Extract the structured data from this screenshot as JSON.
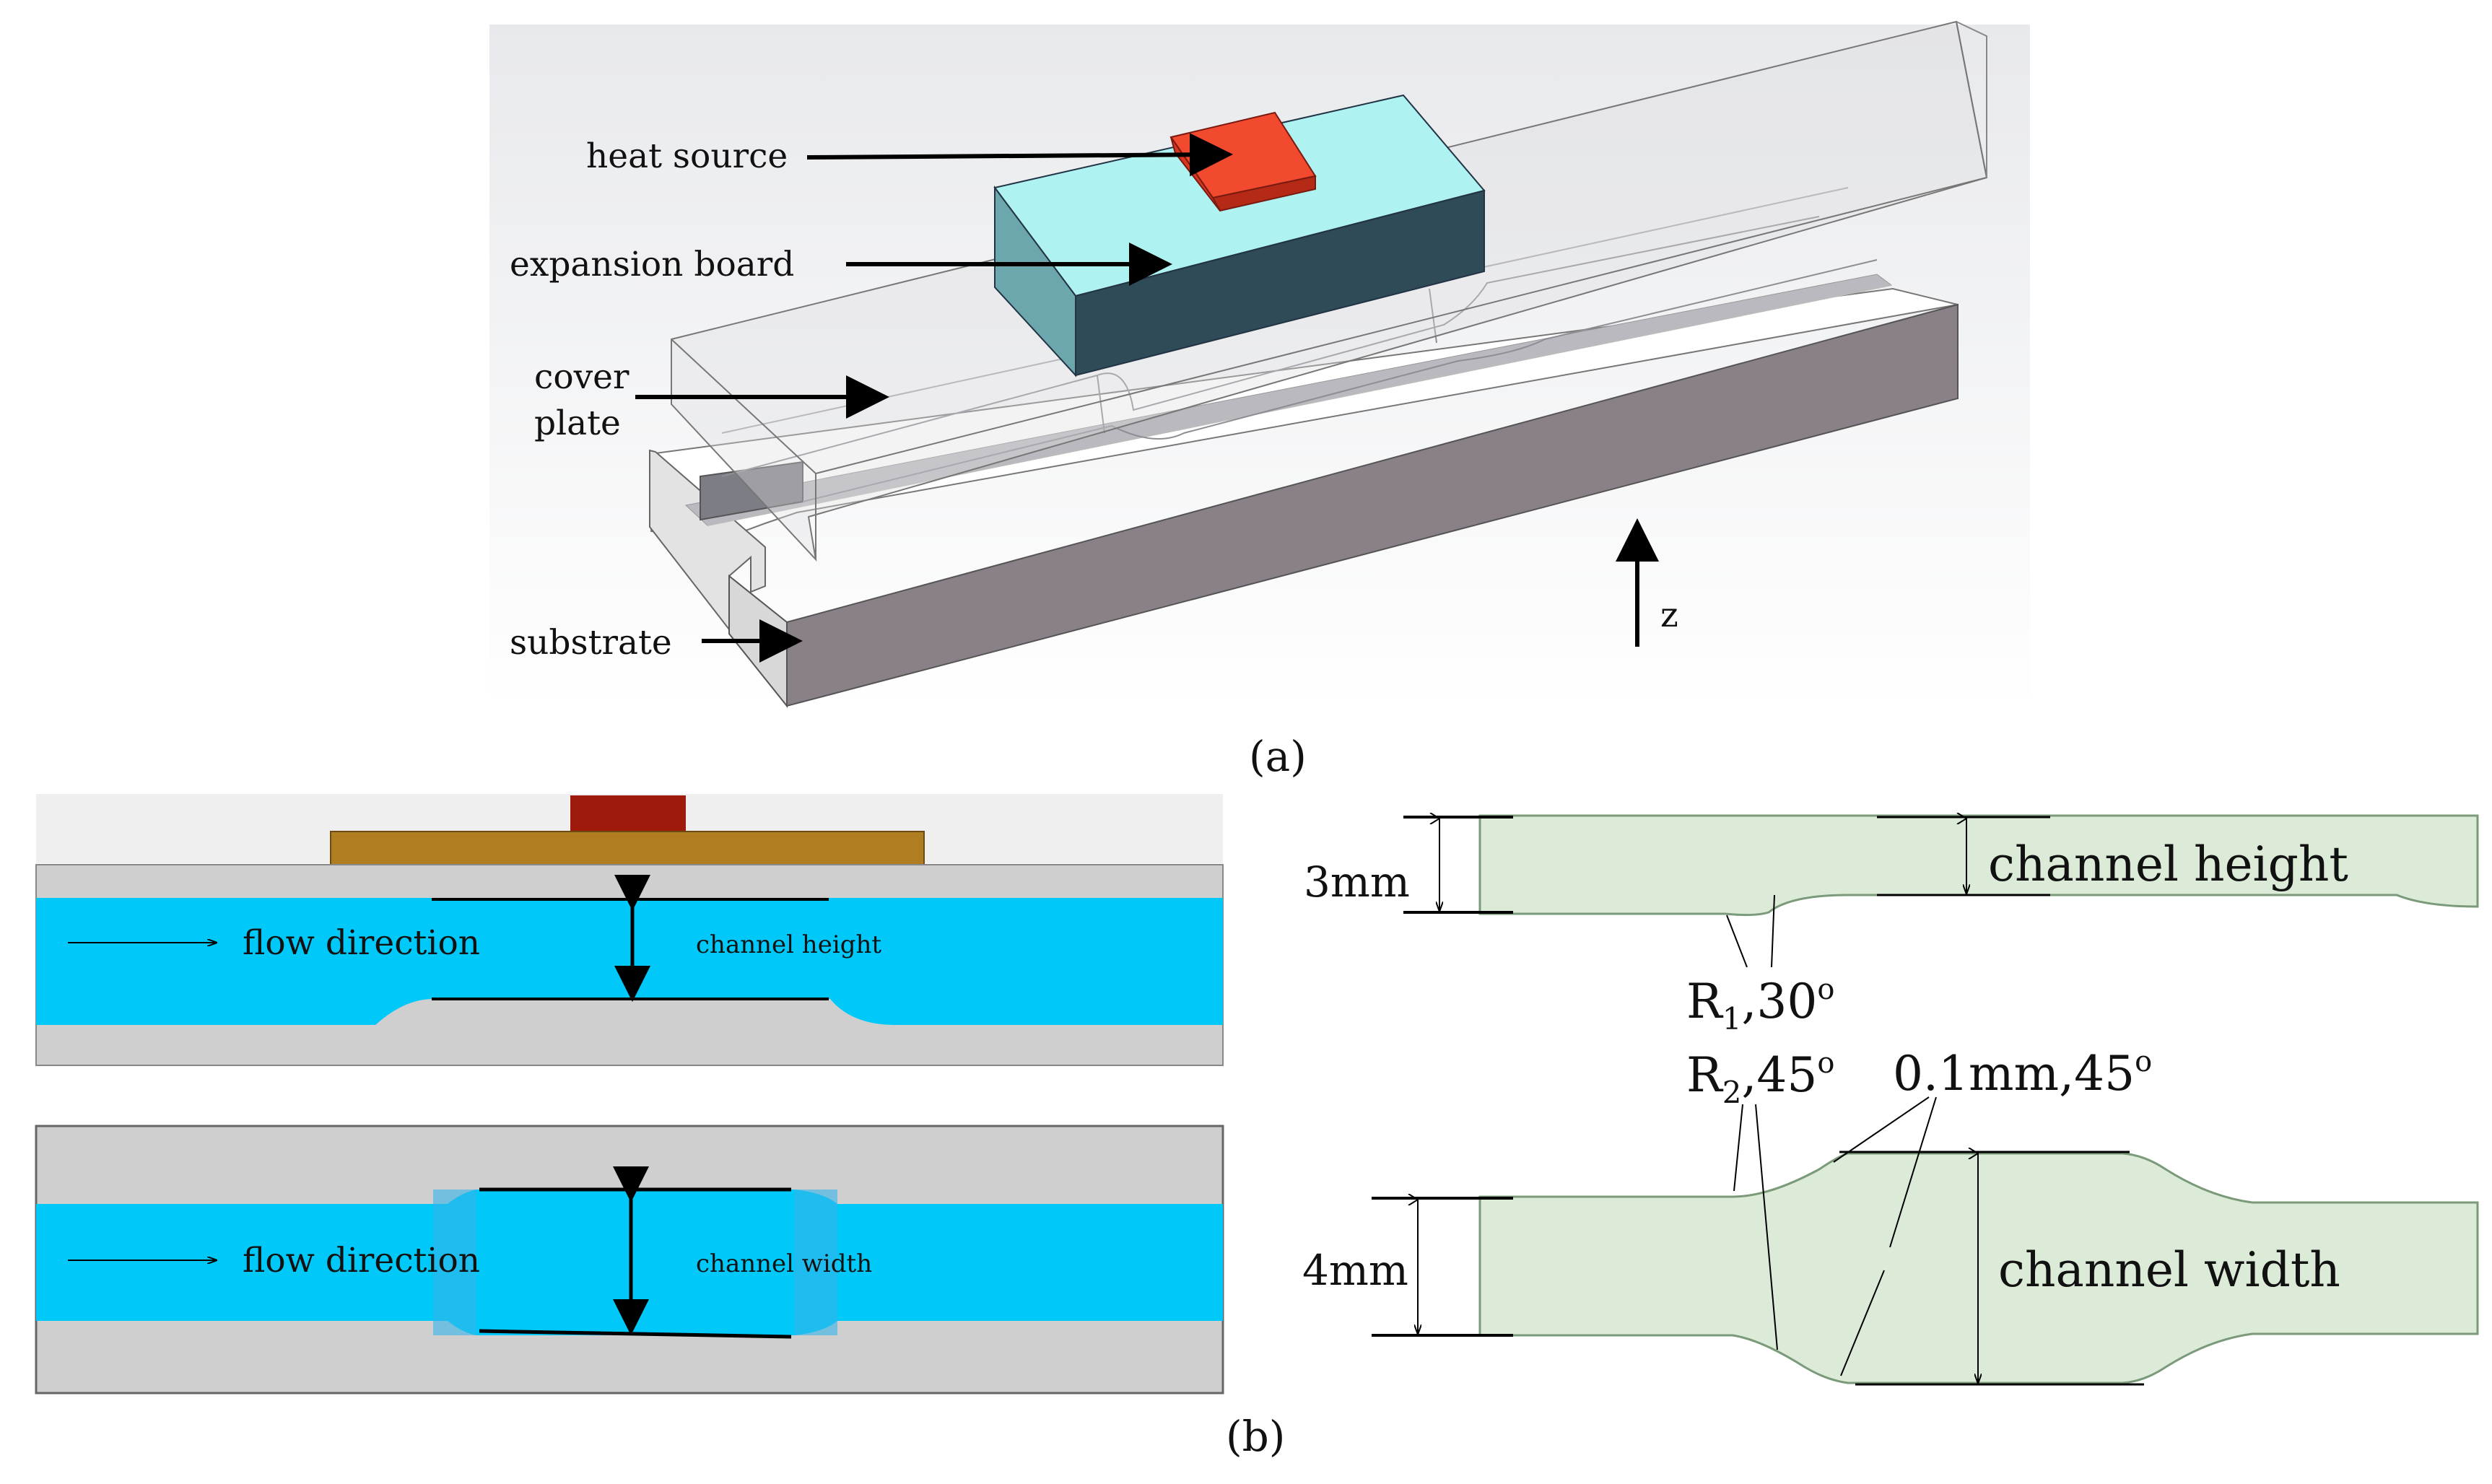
{
  "panel_a": {
    "caption": "(a)",
    "labels": {
      "heat_source": "heat source",
      "expansion_board": "expansion board",
      "cover": "cover",
      "plate": "plate",
      "substrate": "substrate",
      "z": "z"
    }
  },
  "panel_b": {
    "caption": "(b)",
    "side_view": {
      "flow": "flow direction",
      "dimension": "channel height"
    },
    "top_view": {
      "flow": "flow direction",
      "dimension": "channel width"
    },
    "dims_top": {
      "height_value": "3mm",
      "label": "channel height"
    },
    "dims_bottom": {
      "width_value": "4mm",
      "label": "channel width"
    },
    "annotations": {
      "r1": "R",
      "r1_sub": "1",
      "r1_angle": ",30",
      "r2": "R",
      "r2_sub": "2",
      "r2_angle": ",45",
      "fillet": "0.1mm,45",
      "degree": "o"
    }
  },
  "colors": {
    "heat_source": "#f24a2e",
    "board_top": "#aef2f2",
    "board_front": "#2f4b57",
    "board_side": "#6ba7ad",
    "substrate_front": "#8a8088",
    "fluid": "#00c8f8",
    "solid": "#cfcfcf",
    "board_side_view": "#b07e20",
    "heat_side_view": "#9e1a0c",
    "channel_fill": "#dcebd8"
  }
}
